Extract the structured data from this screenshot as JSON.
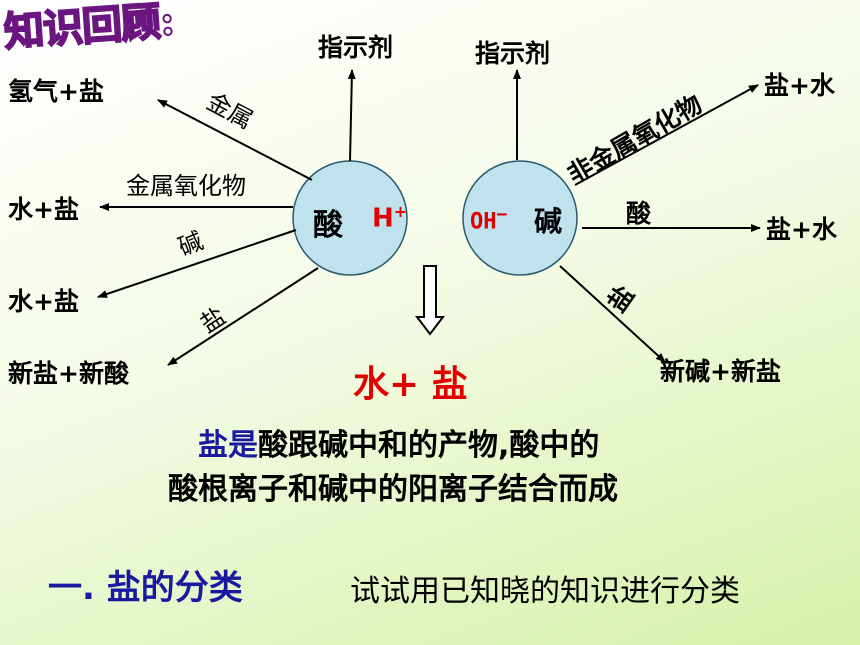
{
  "title": "知识回顾:",
  "acid": {
    "name": "酸",
    "ion": "H",
    "ion_charge": "+",
    "reactants": {
      "indicator": "指示剂",
      "metal": "金属",
      "metal_oxide": "金属氧化物",
      "base": "碱",
      "salt": "盐"
    },
    "products": {
      "metal": "氢气+盐",
      "metal_oxide": "水+盐",
      "base": "水+盐",
      "salt": "新盐+新酸"
    }
  },
  "base": {
    "name": "碱",
    "ion": "OH",
    "ion_charge": "−",
    "reactants": {
      "indicator": "指示剂",
      "nonmetal_oxide": "非金属氧化物",
      "acid": "酸",
      "salt": "盐"
    },
    "products": {
      "nonmetal_oxide": "盐+水",
      "acid": "盐+水",
      "salt": "新碱+新盐"
    }
  },
  "result": {
    "water": "水+",
    "salt": "盐"
  },
  "statement": {
    "salt_word": "盐是",
    "line1_rest": "酸跟碱中和的产物,酸中的",
    "line2": "酸根离子和碱中的阳离子结合而成"
  },
  "section": {
    "heading": "一. 盐的分类",
    "task": "试试用已知晓的知识进行分类"
  },
  "colors": {
    "circle_fill": "#bfe2ee",
    "ion_red": "#e00000",
    "heading_blue": "#1a1aa0",
    "title_purple": "#6a1580"
  }
}
